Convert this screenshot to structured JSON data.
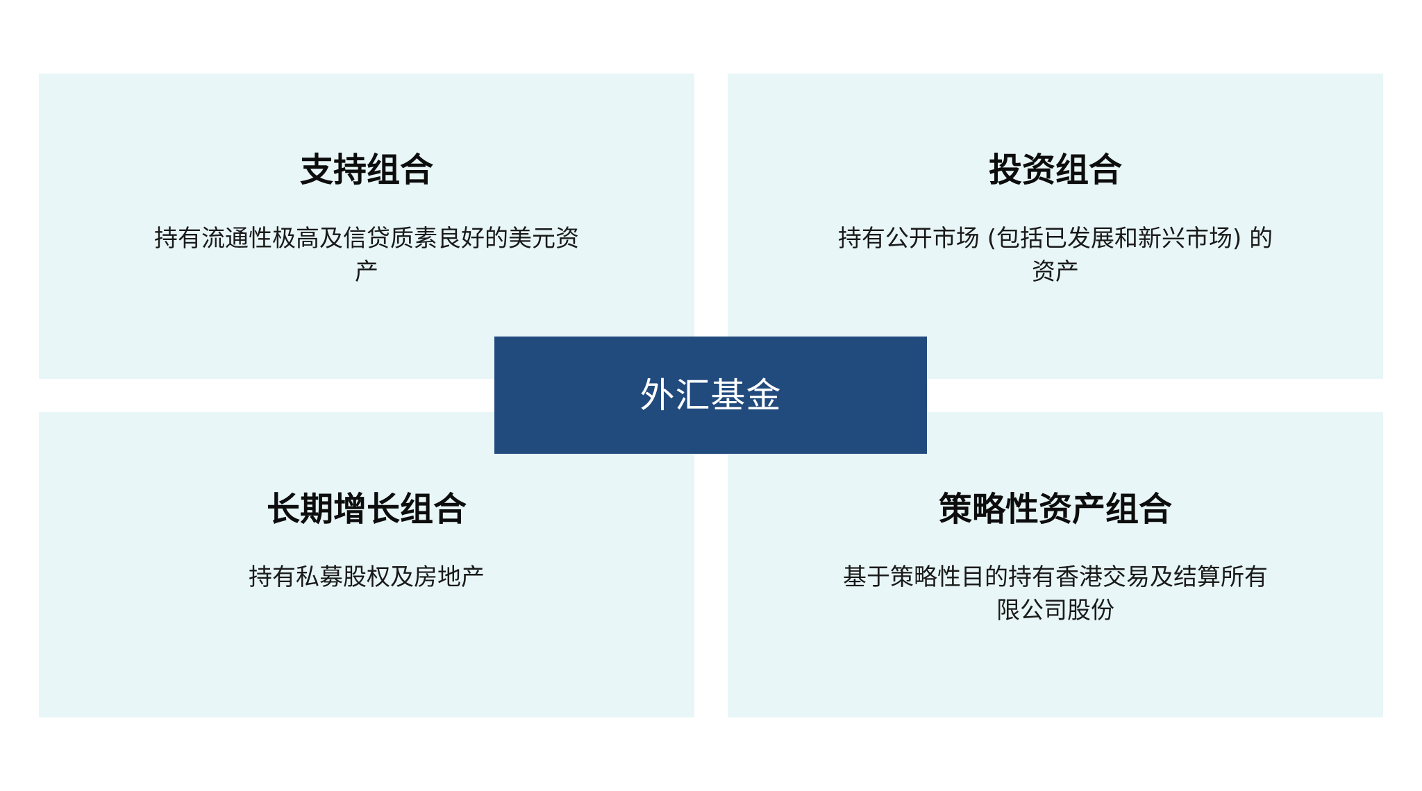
{
  "diagram": {
    "center": {
      "label": "外汇基金",
      "color": "#214a7d"
    },
    "quadrant_color": "#e8f6f7",
    "quadrants": [
      {
        "position": "top-left",
        "title": "支持组合",
        "description": "持有流通性极高及信贷质素良好的美元资产"
      },
      {
        "position": "top-right",
        "title": "投资组合",
        "description": "持有公开市场 (包括已发展和新兴市场) 的资产"
      },
      {
        "position": "bottom-left",
        "title": "长期增长组合",
        "description": "持有私募股权及房地产"
      },
      {
        "position": "bottom-right",
        "title": "策略性资产组合",
        "description": "基于策略性目的持有香港交易及结算所有限公司股份"
      }
    ]
  }
}
